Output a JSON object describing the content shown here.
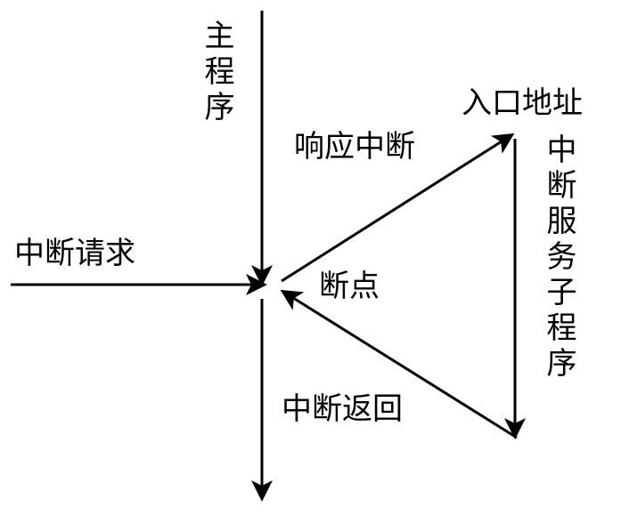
{
  "colors": {
    "line": "#000000",
    "text": "#000000",
    "background": "#ffffff"
  },
  "labels": {
    "main_program": "主程序",
    "interrupt_request": "中断请求",
    "respond_interrupt": "响应中断",
    "entry_address": "入口地址",
    "isr": "中断服务子程序",
    "breakpoint": "断点",
    "interrupt_return": "中断返回"
  }
}
